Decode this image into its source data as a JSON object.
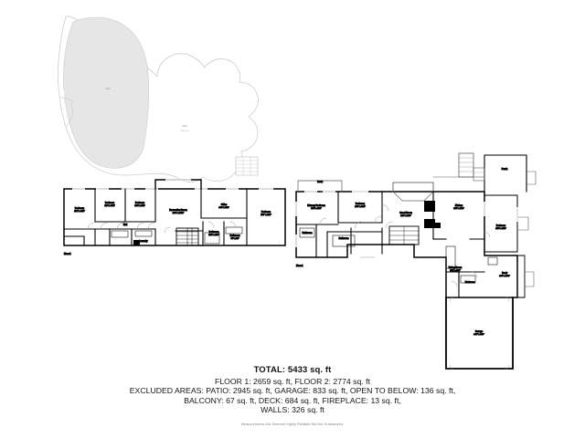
{
  "document": {
    "type": "real-estate-floor-plan",
    "page_background": "#ffffff"
  },
  "summary": {
    "total_label": "TOTAL: 5433 sq. ft",
    "floors_line": "FLOOR 1: 2659 sq. ft, FLOOR 2: 2774 sq. ft",
    "excluded_line_1": "EXCLUDED AREAS: PATIO: 2945 sq. ft, GARAGE: 833 sq. ft, OPEN TO BELOW: 136 sq. ft,",
    "excluded_line_2": "BALCONY: 67 sq. ft, DECK: 684 sq. ft, FIREPLACE: 13 sq. ft,",
    "excluded_line_3": "WALLS: 326 sq. ft",
    "disclaimer": "Measurements Are Deemed Highly Reliable But Not Guaranteed.",
    "values": {
      "total_sq_ft": 5433,
      "floor_1_sq_ft": 2659,
      "floor_2_sq_ft": 2774,
      "patio_sq_ft": 2945,
      "garage_sq_ft": 833,
      "open_to_below_sq_ft": 136,
      "balcony_sq_ft": 67,
      "deck_sq_ft": 684,
      "fireplace_sq_ft": 13,
      "walls_sq_ft": 326
    }
  },
  "colors": {
    "wall": "#000000",
    "thin_line": "#555555",
    "patio_fill": "#e6e6e6",
    "patio_outline": "#bdbdbd",
    "pool_fill": "#e3e3e3",
    "text": "#121212",
    "muted_text": "#7a7a7a",
    "page": "#ffffff"
  },
  "left_plan": {
    "floor_tag": "Floor 2",
    "rooms": [
      {
        "name": "Bedroom",
        "dim": "16'2\" x 14'6\""
      },
      {
        "name": "Bedroom",
        "dim": "12'8\" x 11'4\""
      },
      {
        "name": "Bedroom",
        "dim": "13'1\" x 11'2\""
      },
      {
        "name": "Recreation Room",
        "dim": "23'3\" x 20'10\""
      },
      {
        "name": "Office",
        "dim": "13'6\" x 11'2\""
      },
      {
        "name": "Bedroom",
        "dim": "15'7\" x 12'6\""
      },
      {
        "name": "Bathroom",
        "dim": "10'2\" x 8'10\""
      },
      {
        "name": "Bathroom",
        "dim": "9'0\" x 5'6\""
      },
      {
        "name": "Hall",
        "dim": ""
      },
      {
        "name": "Closet",
        "dim": ""
      },
      {
        "name": "Laundry",
        "dim": ""
      }
    ]
  },
  "right_plan": {
    "floor_tag": "Floor 1",
    "rooms": [
      {
        "name": "Deck",
        "dim": ""
      },
      {
        "name": "Primary Bedroom",
        "dim": "18'2\" x 15'1\""
      },
      {
        "name": "Bedroom",
        "dim": "13'8\" x 12'4\""
      },
      {
        "name": "Great Room",
        "dim": "24'8\" x 22'0\""
      },
      {
        "name": "Kitchen",
        "dim": "18'6\" x 13'2\""
      },
      {
        "name": "Dining Room",
        "dim": "15'2\" x 13'0\""
      },
      {
        "name": "Bedroom",
        "dim": "13'0\" x 12'2\""
      },
      {
        "name": "Porch",
        "dim": ""
      },
      {
        "name": "Deck",
        "dim": "18'0\" x 15'4\""
      },
      {
        "name": "Garage",
        "dim": "24'0\" x 22'0\""
      },
      {
        "name": "Bathroom",
        "dim": ""
      },
      {
        "name": "Bathroom",
        "dim": ""
      },
      {
        "name": "Entry",
        "dim": ""
      },
      {
        "name": "Mudroom",
        "dim": ""
      },
      {
        "name": "Pantry",
        "dim": ""
      }
    ]
  },
  "patio_area": {
    "pool_label": "Pool",
    "patio_label": "Patio",
    "patio_dim": "2945 sq. ft"
  }
}
